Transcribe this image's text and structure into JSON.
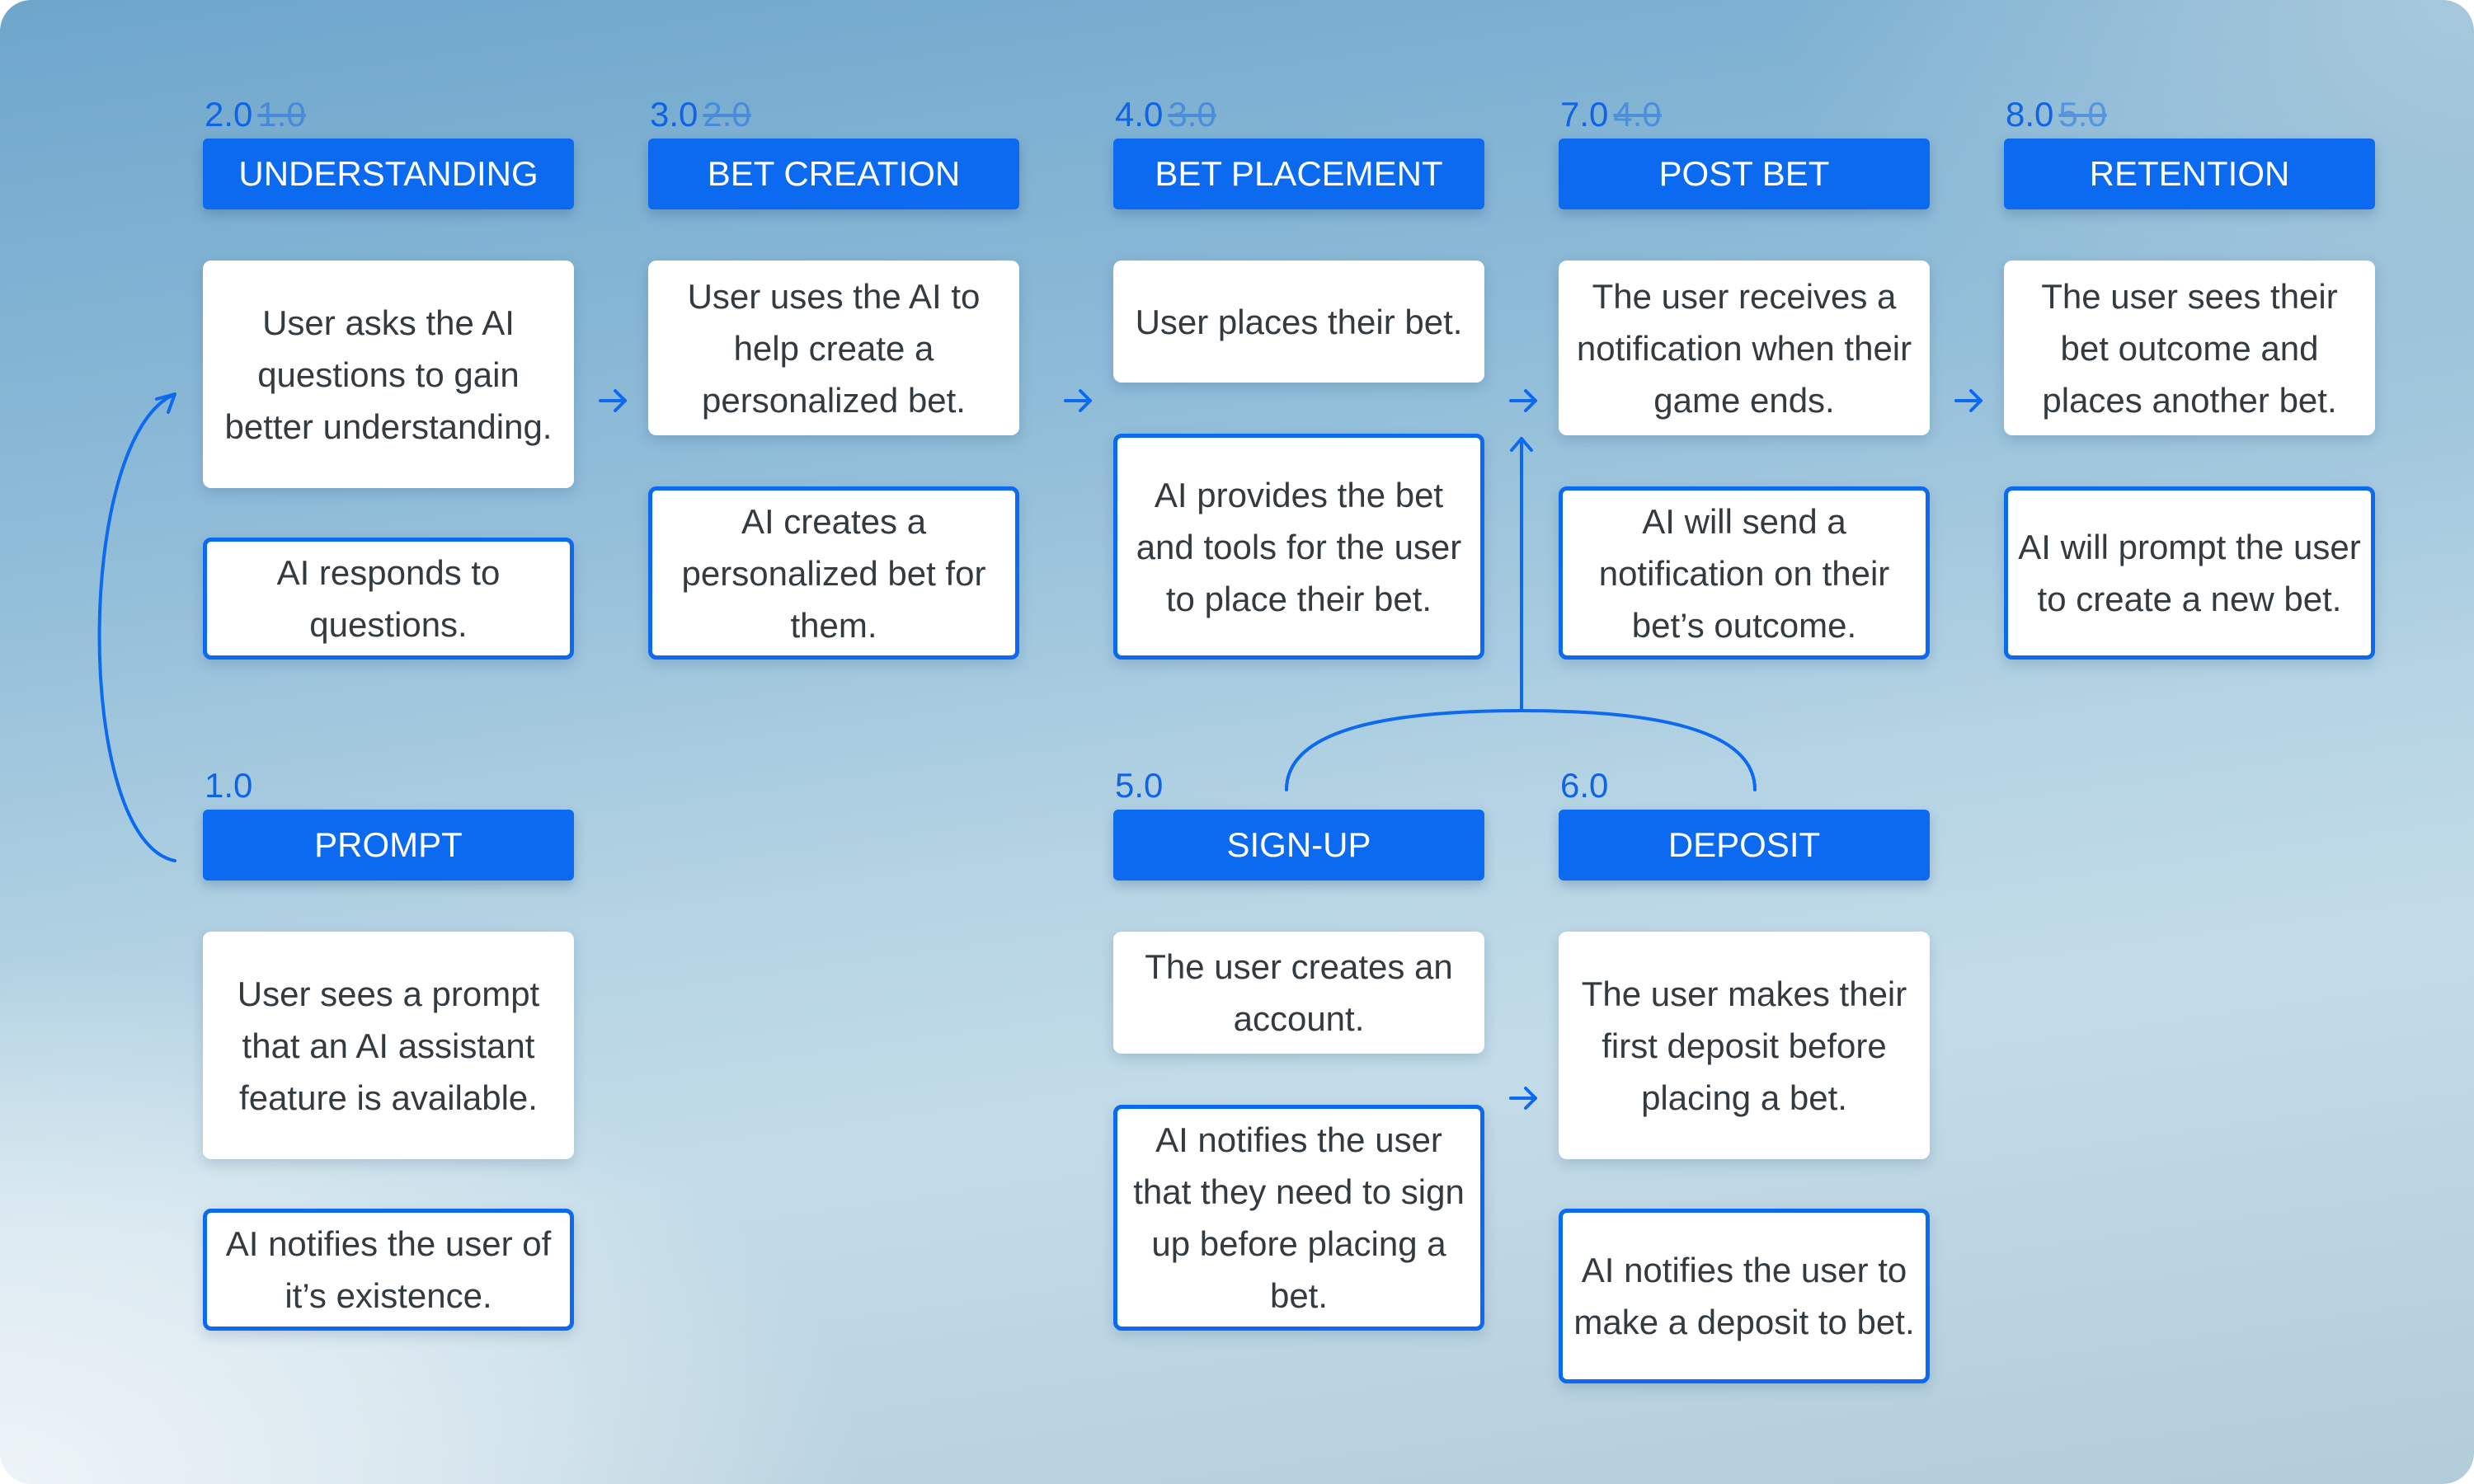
{
  "stages": {
    "understanding": {
      "version": "2.0",
      "old_version": "1.0",
      "title": "UNDERSTANDING",
      "user": "User asks the AI questions to gain better understanding.",
      "ai": "AI responds to questions."
    },
    "bet_creation": {
      "version": "3.0",
      "old_version": "2.0",
      "title": "BET CREATION",
      "user": "User uses the AI to help create a personalized bet.",
      "ai": "AI creates a personalized bet for them."
    },
    "bet_placement": {
      "version": "4.0",
      "old_version": "3.0",
      "title": "BET PLACEMENT",
      "user": "User places their bet.",
      "ai": "AI provides the bet and tools for the user to place their bet."
    },
    "post_bet": {
      "version": "7.0",
      "old_version": "4.0",
      "title": "POST BET",
      "user": "The user receives a notification when their game ends.",
      "ai": "AI will send a notification on their bet’s outcome."
    },
    "retention": {
      "version": "8.0",
      "old_version": "5.0",
      "title": "RETENTION",
      "user": "The user sees their bet outcome and places another bet.",
      "ai": "AI will prompt the user to create a new bet."
    },
    "prompt": {
      "version": "1.0",
      "title": "PROMPT",
      "user": "User sees a prompt that an AI assistant feature is available.",
      "ai": "AI notifies the user of it’s existence."
    },
    "sign_up": {
      "version": "5.0",
      "title": "SIGN-UP",
      "user": "The user creates an account.",
      "ai": "AI notifies the user that they need to sign up before placing a bet."
    },
    "deposit": {
      "version": "6.0",
      "title": "DEPOSIT",
      "user": "The user makes their first deposit before placing a bet.",
      "ai": "AI notifies the user to make a deposit to bet."
    }
  },
  "colors": {
    "accent": "#0b6af0",
    "text": "#333a40",
    "card": "#ffffff"
  }
}
